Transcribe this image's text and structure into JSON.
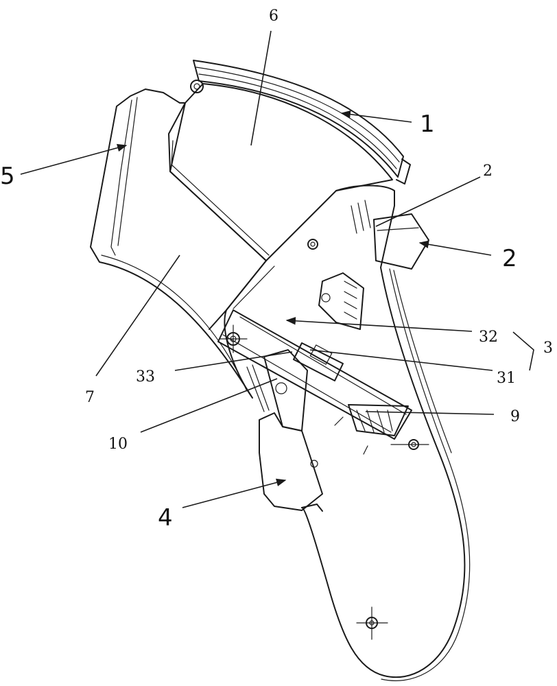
{
  "labels": {
    "l1": "1",
    "l2_small": "2",
    "l2_large": "2",
    "l3": "3",
    "l4": "4",
    "l5": "5",
    "l6": "6",
    "l7": "7",
    "l9": "9",
    "l10": "10",
    "l31": "31",
    "l32": "32",
    "l33": "33"
  }
}
